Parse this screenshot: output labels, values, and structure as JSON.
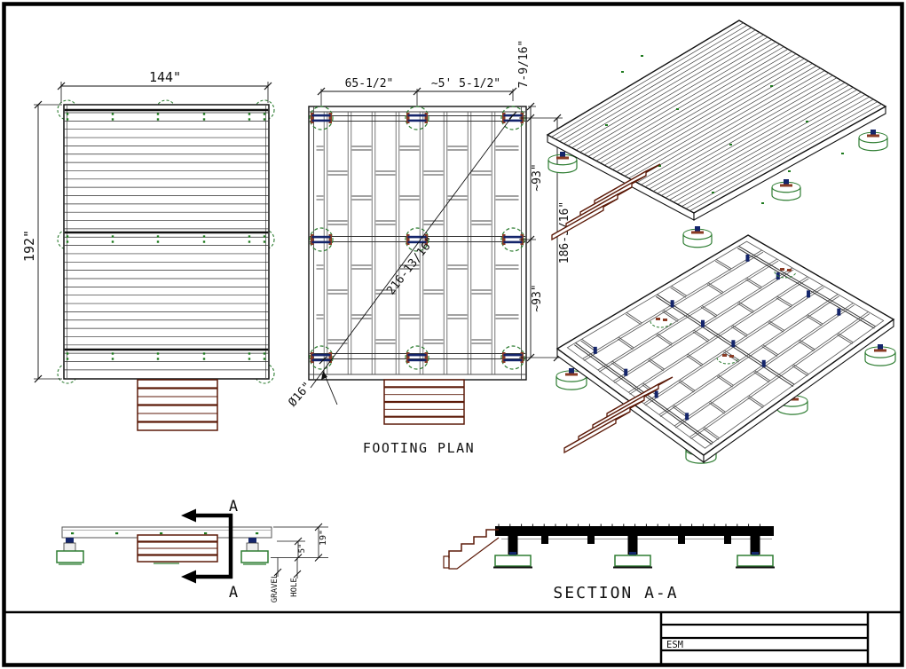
{
  "sheet": {
    "title_block": {
      "author_initials": "ESM"
    }
  },
  "labels": {
    "footing_plan_title": "FOOTING PLAN",
    "section_title": "SECTION A-A",
    "section_marker": "A"
  },
  "deck_plan": {
    "width_dim": "144\"",
    "height_dim": "192\""
  },
  "footing_plan": {
    "footing_spacing_x1": "65-1/2\"",
    "footing_spacing_x2": "~5' 5-1/2\"",
    "edge_offset_dim": "7-9/16\"",
    "footing_spacing_y1": "~93\"",
    "footing_spacing_y2": "~93\"",
    "overall_span_dim": "186-3/16\"",
    "diagonal_dim": "216-13/16\"",
    "footing_diameter": "Ø16\""
  },
  "elevation": {
    "deck_height_dim": "19\"",
    "hole_depth_dim": "5\"",
    "gravel_label": "GRAVEL",
    "hole_label": "HOLE"
  },
  "colors": {
    "footing_green": "#2e7d32",
    "stair_maroon": "#5c1a08",
    "hardware_navy": "#14256b",
    "wood_brown": "#8a3b24"
  }
}
